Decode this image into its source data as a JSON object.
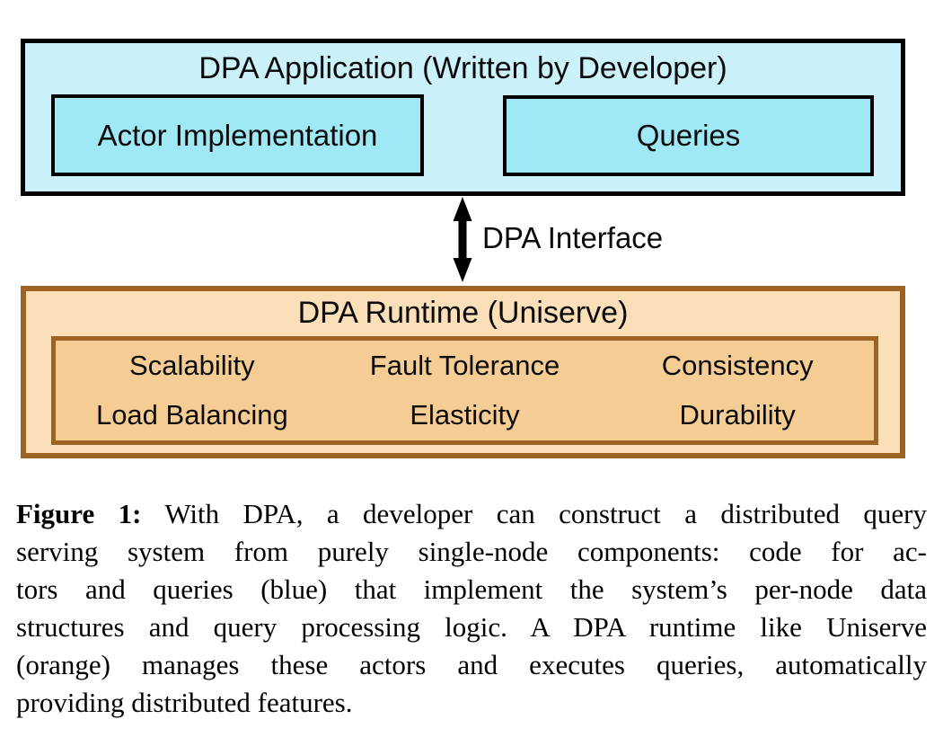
{
  "diagram": {
    "application_box": {
      "title": "DPA Application (Written by Developer)",
      "components": [
        "Actor Implementation",
        "Queries"
      ]
    },
    "interface_label": "DPA Interface",
    "runtime_box": {
      "title": "DPA Runtime (Uniserve)",
      "features": [
        "Scalability",
        "Fault Tolerance",
        "Consistency",
        "Load Balancing",
        "Elasticity",
        "Durability"
      ]
    },
    "colors": {
      "application_fill": "#cbf1fa",
      "application_inner_fill": "#9fe8f5",
      "application_border": "#000000",
      "runtime_fill": "#fadfb9",
      "runtime_inner_fill": "#f5cc93",
      "runtime_border": "#9e6322",
      "arrow": "#000000"
    }
  },
  "caption": {
    "label": "Figure 1:",
    "lines": [
      " With DPA, a developer can construct a distributed query",
      "serving system from purely single-node components: code for ac-",
      "tors and queries (blue) that implement the system’s per-node data",
      "structures and query processing logic. A DPA runtime like Uniserve",
      "(orange) manages these actors and executes queries, automatically",
      "providing distributed features."
    ]
  }
}
